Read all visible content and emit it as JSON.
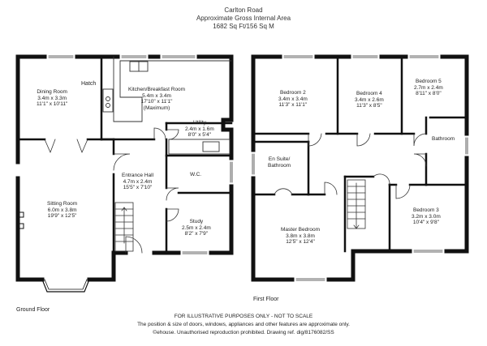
{
  "header": {
    "title": "Carlton Road",
    "area_label": "Approximate Gross Internal Area",
    "area_value": "1682 Sq Ft/156 Sq M"
  },
  "ground_floor": {
    "label": "Ground Floor",
    "hatch": "Hatch",
    "rooms": {
      "dining": {
        "name": "Dining Room",
        "metric": "3.4m x 3.3m",
        "imperial": "11'1\" x 10'11\""
      },
      "kitchen": {
        "name": "Kitchen/Breakfast Room",
        "metric": "5.4m x 3.4m",
        "imperial": "17'10\" x 11'1\"",
        "note": "(Maximum)"
      },
      "utility": {
        "name": "Utility",
        "metric": "2.4m x 1.6m",
        "imperial": "8'0\" x 5'4\""
      },
      "entrance": {
        "name": "Entrance Hall",
        "metric": "4.7m x 2.4m",
        "imperial": "15'5\" x 7'10\""
      },
      "wc": {
        "name": "W.C."
      },
      "sitting": {
        "name": "Sitting Room",
        "metric": "6.0m x 3.8m",
        "imperial": "19'9\" x 12'5\""
      },
      "study": {
        "name": "Study",
        "metric": "2.5m x 2.4m",
        "imperial": "8'2\" x 7'9\""
      }
    }
  },
  "first_floor": {
    "label": "First Floor",
    "rooms": {
      "bedroom2": {
        "name": "Bedroom 2",
        "metric": "3.4m x 3.4m",
        "imperial": "11'3\" x 11'1\""
      },
      "bedroom4": {
        "name": "Bedroom 4",
        "metric": "3.4m x 2.6m",
        "imperial": "11'3\" x 8'5\""
      },
      "bedroom5": {
        "name": "Bedroom 5",
        "metric": "2.7m x 2.4m",
        "imperial": "8'11\" x 8'0\""
      },
      "bathroom": {
        "name": "Bathroom"
      },
      "ensuite": {
        "name": "En Suite/",
        "name2": "Bathroom"
      },
      "master": {
        "name": "Master Bedroom",
        "metric": "3.8m x 3.8m",
        "imperial": "12'5\" x 12'4\""
      },
      "bedroom3": {
        "name": "Bedroom 3",
        "metric": "3.2m x 3.0m",
        "imperial": "10'4\" x 9'8\""
      }
    }
  },
  "footer": {
    "line1": "FOR ILLUSTRATIVE PURPOSES ONLY - NOT TO SCALE",
    "line2": "The position & size of doors, windows, appliances and other features are approximate only.",
    "line3": "©ehouse. Unauthorised reproduction prohibited. Drawing ref. dig/8176082/SS"
  },
  "colors": {
    "wall": "#111111",
    "line": "#333333"
  }
}
